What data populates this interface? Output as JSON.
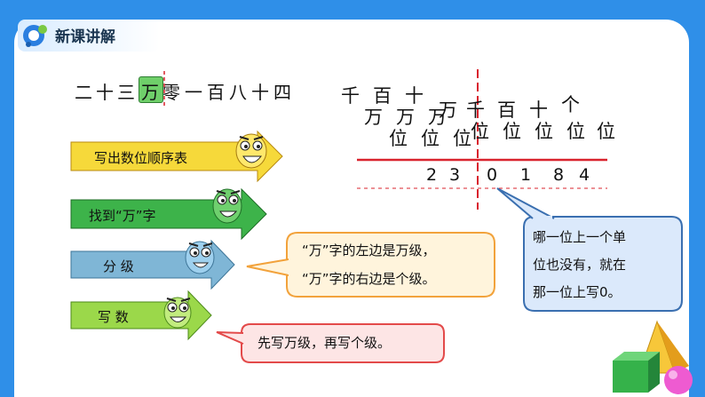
{
  "header": {
    "title": "新课讲解",
    "icon": "slide-logo-icon"
  },
  "number_reading": {
    "parts": [
      "二",
      "十",
      "三",
      "万",
      "零",
      "一",
      "百",
      "八",
      "十",
      "四"
    ],
    "highlight_index": 3
  },
  "steps": [
    {
      "label": "写出数位顺序表",
      "color": "#f6d93a"
    },
    {
      "label": "找到“万”字",
      "color": "#3db34a"
    },
    {
      "label": "分 级",
      "color": "#7fb6d6"
    },
    {
      "label": "写 数",
      "color": "#9bd84a"
    }
  ],
  "place_table": {
    "wan_headers": [
      "千",
      "百",
      "十",
      "万"
    ],
    "wan_sub": [
      "万",
      "万",
      "万"
    ],
    "wan_pos": [
      "位",
      "位",
      "位"
    ],
    "ge_headers": [
      "千",
      "百",
      "十",
      "个"
    ],
    "ge_pos": [
      "位",
      "位",
      "位",
      "位"
    ],
    "digits": [
      "2",
      "3",
      "0",
      "1",
      "8",
      "4"
    ]
  },
  "bubble_levels": {
    "line1": "“万”字的左边是万级，",
    "line2": "“万”字的右边是个级。"
  },
  "bubble_write": {
    "text": "先写万级，再写个级。"
  },
  "bubble_zero": {
    "line1": "哪一位上一个单",
    "line2": "位也没有，就在",
    "line3": "那一位上写0。"
  },
  "colors": {
    "accent_blue": "#2f8fe8",
    "red_line": "#d9232e",
    "bubble_orange_fill": "#fff4dc",
    "bubble_orange_border": "#f2a23b",
    "bubble_red_fill": "#fde5e5",
    "bubble_red_border": "#e34a4a",
    "bubble_blue_fill": "#dbe9fb",
    "bubble_blue_border": "#3a6fb0"
  }
}
